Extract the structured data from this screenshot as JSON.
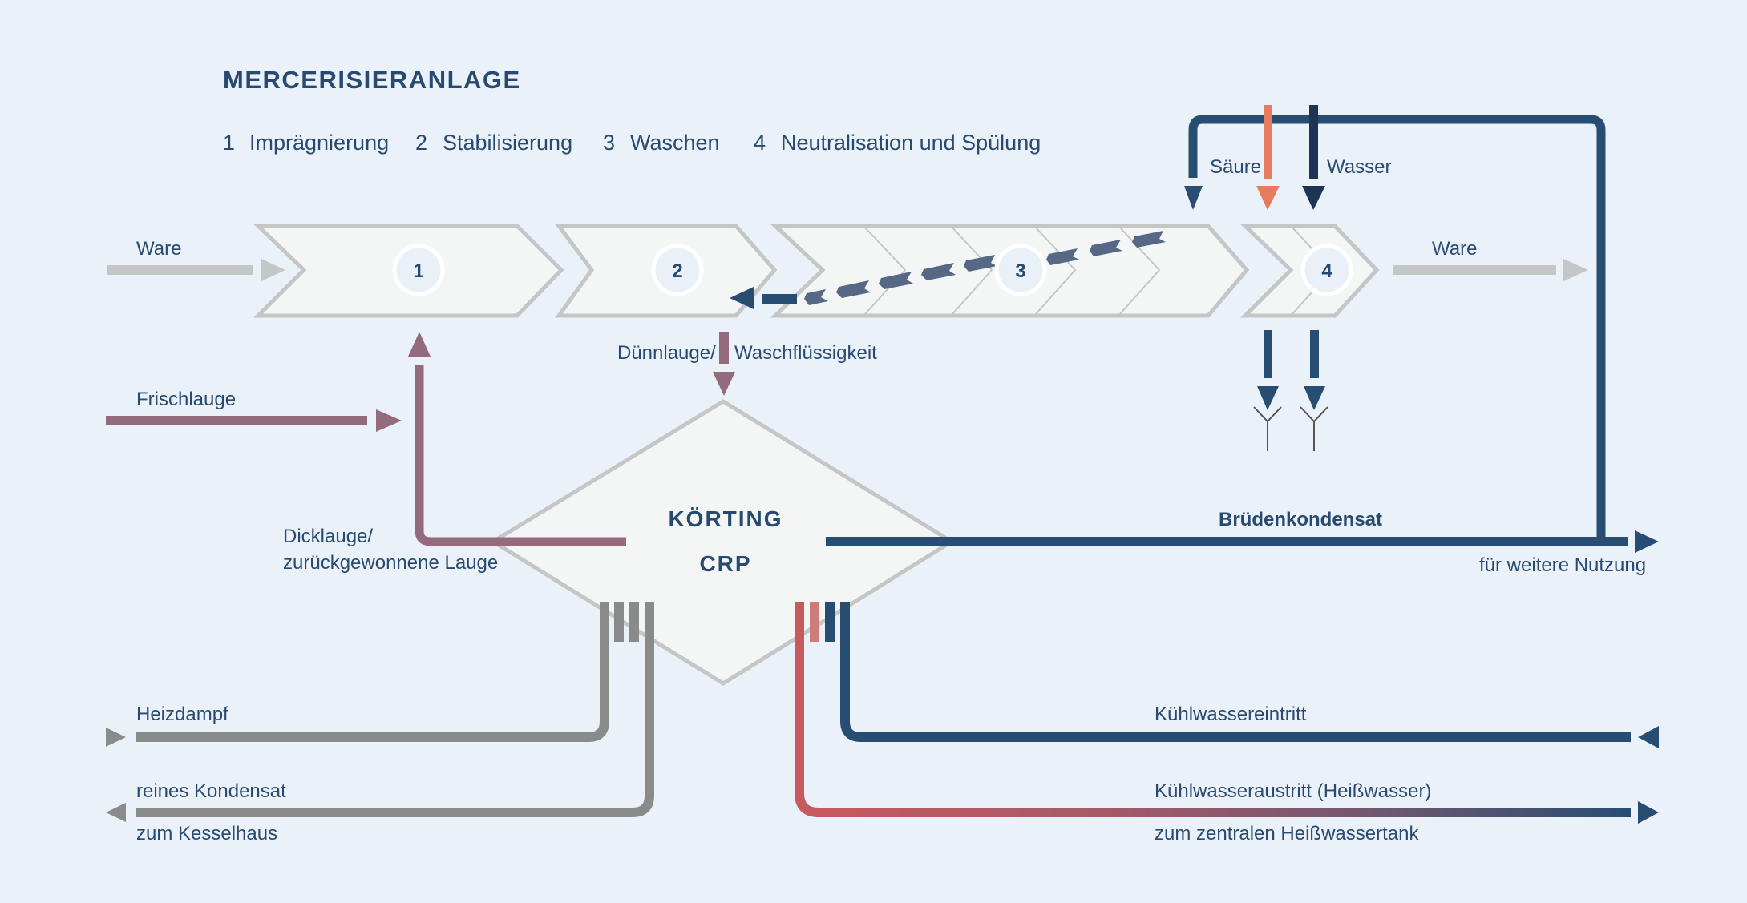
{
  "title": "MERCERISIERANLAGE",
  "legend": [
    {
      "num": "1",
      "label": "Imprägnierung"
    },
    {
      "num": "2",
      "label": "Stabilisierung"
    },
    {
      "num": "3",
      "label": "Waschen"
    },
    {
      "num": "4",
      "label": "Neutralisation und Spülung"
    }
  ],
  "stages": [
    {
      "num": "1"
    },
    {
      "num": "2"
    },
    {
      "num": "3"
    },
    {
      "num": "4"
    }
  ],
  "center": {
    "line1": "KÖRTING",
    "line2": "CRP"
  },
  "labels": {
    "ware_in": "Ware",
    "ware_out": "Ware",
    "frischlauge": "Frischlauge",
    "duennlauge": "Dünnlauge/",
    "waschfluessigkeit": "Waschflüssigkeit",
    "dicklauge_1": "Dicklauge/",
    "dicklauge_2": "zurückgewonnene Lauge",
    "saeure": "Säure",
    "wasser": "Wasser",
    "bruedenkondensat": "Brüdenkondensat",
    "weitere_nutzung": "für weitere Nutzung",
    "heizdampf": "Heizdampf",
    "kondensat_1": "reines Kondensat",
    "kondensat_2": "zum Kesselhaus",
    "kuehl_ein": "Kühlwassereintritt",
    "kuehl_aus_1": "Kühlwasseraustritt (Heißwasser)",
    "kuehl_aus_2": "zum zentralen Heißwassertank"
  },
  "colors": {
    "background": "#eaf1f9",
    "text": "#284a70",
    "ware": "#c5c6c6",
    "lauge": "#936b7d",
    "navy": "#284d72",
    "dark_navy": "#1c3554",
    "acid": "#e57c5d",
    "steam": "#898a8a",
    "hot_red": "#c65a5f",
    "hot_red_light": "#cf7a7b",
    "dash": "#566885"
  }
}
